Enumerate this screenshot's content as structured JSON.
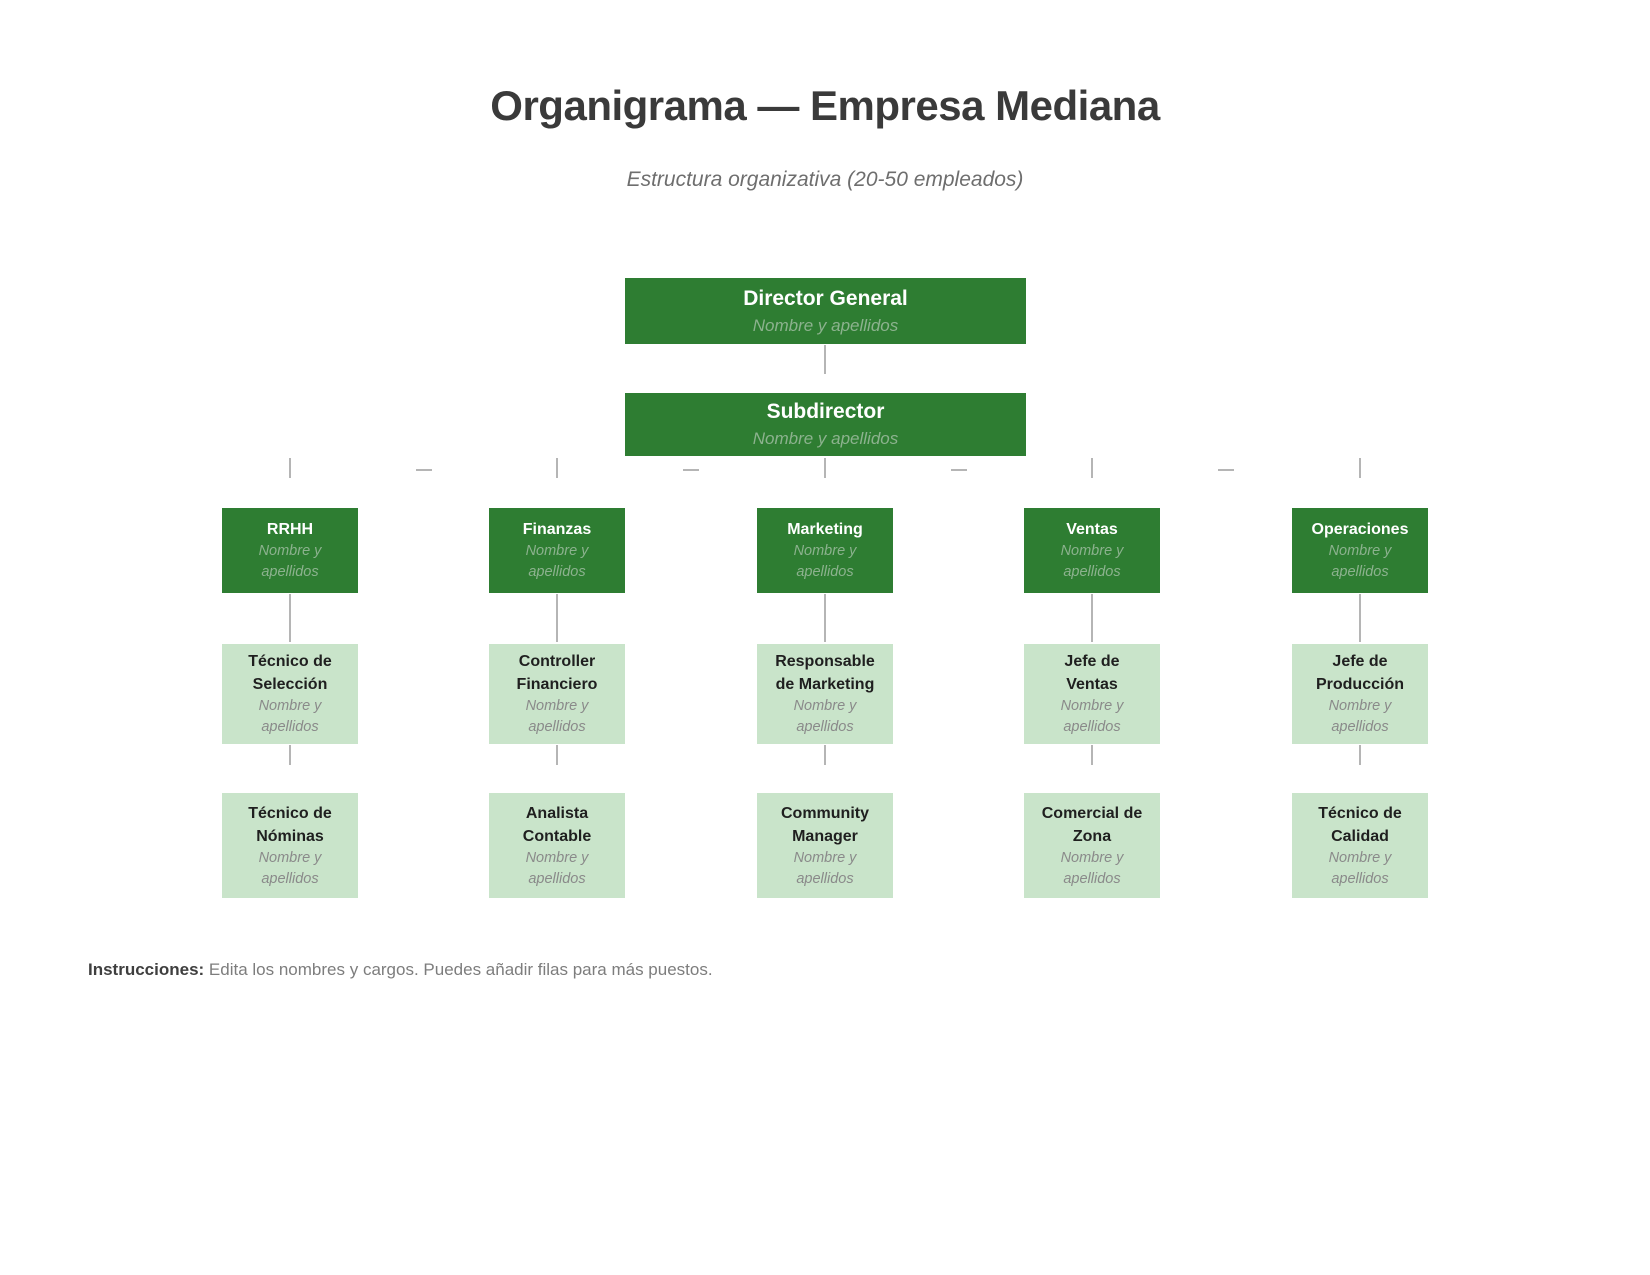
{
  "header": {
    "title": "Organigrama — Empresa Mediana",
    "subtitle": "Estructura organizativa (20-50 empleados)"
  },
  "colors": {
    "dark_green": "#2e7d32",
    "light_green": "#c9e4ca",
    "connector_gray": "#b5b5b5"
  },
  "chart": {
    "root": {
      "title": "Director General",
      "name": "Nombre y apellidos"
    },
    "deputy": {
      "title": "Subdirector",
      "name": "Nombre y apellidos"
    },
    "columns": [
      {
        "head": {
          "title": "RRHH",
          "name": "Nombre y\napellidos"
        },
        "mid": {
          "title": "Técnico de\nSelección",
          "name": "Nombre y\napellidos"
        },
        "leaf": {
          "title": "Técnico de\nNóminas",
          "name": "Nombre y\napellidos"
        }
      },
      {
        "head": {
          "title": "Finanzas",
          "name": "Nombre y\napellidos"
        },
        "mid": {
          "title": "Controller\nFinanciero",
          "name": "Nombre y\napellidos"
        },
        "leaf": {
          "title": "Analista\nContable",
          "name": "Nombre y\napellidos"
        }
      },
      {
        "head": {
          "title": "Marketing",
          "name": "Nombre y\napellidos"
        },
        "mid": {
          "title": "Responsable\nde Marketing",
          "name": "Nombre y\napellidos"
        },
        "leaf": {
          "title": "Community\nManager",
          "name": "Nombre y\napellidos"
        }
      },
      {
        "head": {
          "title": "Ventas",
          "name": "Nombre y\napellidos"
        },
        "mid": {
          "title": "Jefe de\nVentas",
          "name": "Nombre y\napellidos"
        },
        "leaf": {
          "title": "Comercial de\nZona",
          "name": "Nombre y\napellidos"
        }
      },
      {
        "head": {
          "title": "Operaciones",
          "name": "Nombre y\napellidos"
        },
        "mid": {
          "title": "Jefe de\nProducción",
          "name": "Nombre y\napellidos"
        },
        "leaf": {
          "title": "Técnico de\nCalidad",
          "name": "Nombre y\napellidos"
        }
      }
    ]
  },
  "instructions": {
    "label": "Instrucciones:",
    "text": " Edita los nombres y cargos. Puedes añadir filas para más puestos."
  }
}
